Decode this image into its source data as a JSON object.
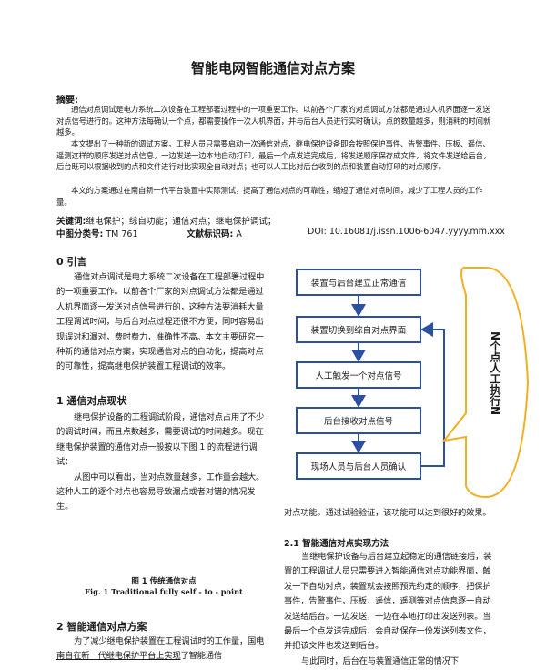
{
  "title": "智能电网智能通信对点方案",
  "abstract": {
    "label": "摘要:",
    "p1": "通信对点调试是电力系统二次设备在工程部署过程中的一项重要工作。以前各个厂家的对点调试方法都是通过人机界面逐一发送对点信号进行的。这种方法每确认一个点，都需要操作一次人机界面，并与后台人员进行实时确认，点的数量越多，则消耗的时间就越多。",
    "p2": "本文提出了一种新的调试方案，工程人员只需要启动一次通信对点，继电保护设备即会按照保护事件、告警事件、压板、遥信、遥测这样的顺序发送对点信息，一边发送一边本地自动打印，最后一个点发送完成后，将发送顺序保存成文件，将文件发送给后台，后台既可以根据收到的点和文件进行对比实现全自动对点；也可以人工比对后台收到的点和装置自动打印的对点顺序。",
    "p3": "本文的方案通过在南自新一代平台装置中实际测试，提高了通信对点的可靠性，缩短了通信对点时间，减少了工程人员的工作量。"
  },
  "keywords": {
    "label": "关键词:",
    "text": "继电保护；综自功能；通信对点；继电保护调试；"
  },
  "meta": {
    "clc_label": "中图分类号:",
    "clc": "TM 761",
    "doccode_label": "文献标识码:",
    "doccode": "A",
    "doi": "DOI:  10.16081/j.issn.1006-6047.yyyy.mm.xxx"
  },
  "sec0": {
    "heading": "0   引言",
    "text": "通信对点调试是电力系统二次设备在工程部署过程中的一项重要工作。以前各个厂家的对点调试方法都是通过人机界面逐一发送对点信号进行的，这种方法要消耗大量工程调试时间，与后台对点过程还很不方便，同时容易出现误对和漏对，费时费力，准确性不高。本文主要研究一种新的通信对点方案，实现通信对点的自动化，提高对点的可靠性，提高继电保护装置工程调试的效率。"
  },
  "sec1": {
    "heading": "1   通信对点现状",
    "p1": "继电保护设备的工程调试阶段，通信对点占用了不少的调试时间，而且点数越多，需要调试的时间越多。现在继电保护装置的通信对点一般按以下图 1 的流程进行调试：",
    "p2": "从图中可以看出，当对点数量越多，工作量会越大。这种人工的逐个对点也容易导致漏点或者对错的情况发生。"
  },
  "figure": {
    "boxes": [
      "装置与后台建立正常通信",
      "装置切换到综自对点界面",
      "人工触发一个对点信号",
      "后台接收对点信号",
      "现场人员与后台人员确认"
    ],
    "side_label": "N个点人工执行N",
    "caption_cn": "图 1    传统通信对点",
    "caption_en": "Fig. 1    Traditional fully self - to - point"
  },
  "sec2": {
    "heading": "2   智能通信对点方案",
    "text_a": "为了减少继电保护装置在工程调试时的工作量，国电",
    "text_b": "南自在新一代继电保护平台上实现",
    "text_c": "了智能通信"
  },
  "right_col": {
    "cont": "对点功能。通过试验验证，该功能可以达到很好的效果。",
    "h21": "2.1   智能通信对点实现方法",
    "p21": "当继电保护设备与后台建立起稳定的通信链接后，装置的工程调试人员只需要进入智能通信对点功能界面，触发一下自动对点，装置就会按照预先约定的顺序，把保护事件，告警事件，压板，遥信，遥测等对点信息逐一自动发送给后台。一边发送，一边在本地打印出发送列表。当最后一个点发送完成后，会自动保存一份发送列表文件，并把该文件也发送到后台。",
    "p22": "与此同时，后台在与装置通信正常的情况下"
  }
}
